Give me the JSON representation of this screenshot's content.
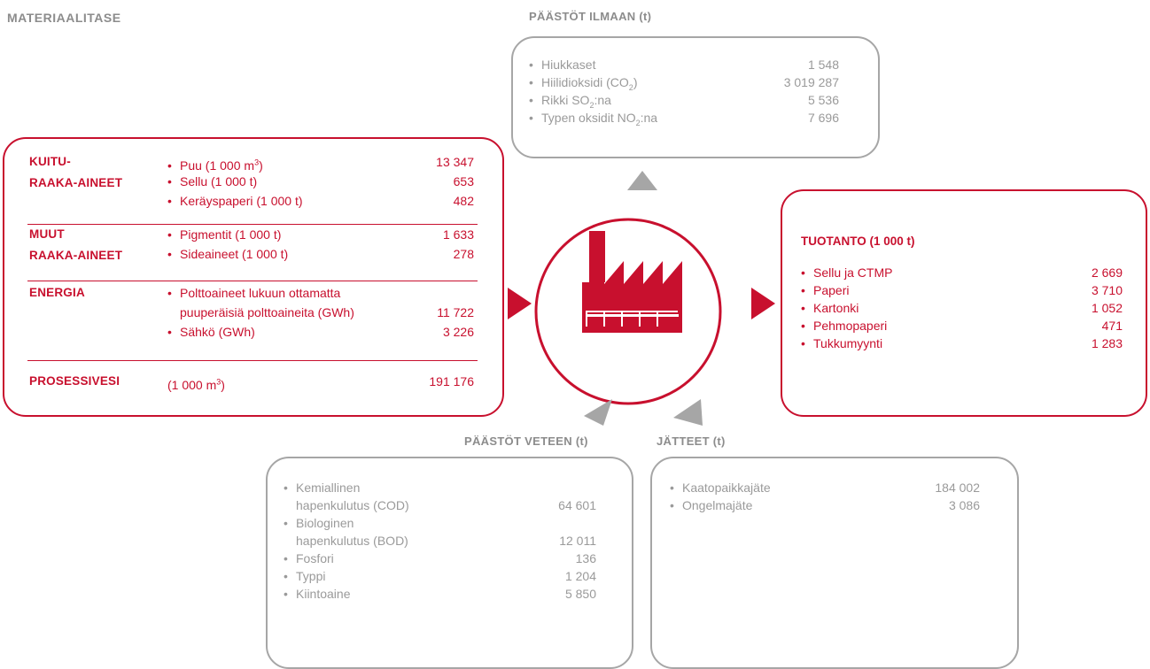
{
  "title": "MATERIAALITASE",
  "emissions_air": {
    "heading": "PÄÄSTÖT ILMAAN (t)",
    "items": [
      {
        "label": "Hiukkaset",
        "value": "1 548"
      },
      {
        "label": "Hiilidioksidi (CO",
        "sub": "2",
        "tail": ")",
        "value": "3 019 287"
      },
      {
        "label": "Rikki SO",
        "sub": "2",
        "tail": ":na",
        "value": "5 536"
      },
      {
        "label": "Typen oksidit NO",
        "sub": "2",
        "tail": ":na",
        "value": "7 696"
      }
    ]
  },
  "inputs": {
    "groups": [
      {
        "label_lines": [
          "KUITU-",
          "RAAKA-AINEET"
        ],
        "items": [
          {
            "label": "Puu (1 000 m",
            "sup": "3",
            "tail": ")",
            "value": "13 347"
          },
          {
            "label": "Sellu (1 000 t)",
            "value": "653"
          },
          {
            "label": "Keräyspaperi (1 000 t)",
            "value": "482"
          }
        ]
      },
      {
        "label_lines": [
          "MUUT",
          "RAAKA-AINEET"
        ],
        "items": [
          {
            "label": "Pigmentit (1 000 t)",
            "value": "1 633"
          },
          {
            "label": "Sideaineet (1 000 t)",
            "value": "278"
          }
        ]
      },
      {
        "label_lines": [
          "ENERGIA"
        ],
        "items": [
          {
            "label": "Polttoaineet lukuun ottamatta",
            "value": ""
          },
          {
            "label": "puuperäisiä polttoaineita (GWh)",
            "value": "11 722",
            "continuation": true
          },
          {
            "label": "Sähkö (GWh)",
            "value": "3 226"
          }
        ]
      },
      {
        "label_lines": [
          "PROSESSIVESI"
        ],
        "items": [
          {
            "label": "(1 000 m",
            "sup": "3",
            "tail": ")",
            "value": "191 176",
            "no_bullet": true
          }
        ]
      }
    ]
  },
  "production": {
    "heading": "TUOTANTO (1 000 t)",
    "items": [
      {
        "label": "Sellu ja CTMP",
        "value": "2 669"
      },
      {
        "label": "Paperi",
        "value": "3 710"
      },
      {
        "label": "Kartonki",
        "value": "1 052"
      },
      {
        "label": "Pehmopaperi",
        "value": "471"
      },
      {
        "label": "Tukkumyynti",
        "value": "1 283"
      }
    ]
  },
  "emissions_water": {
    "heading": "PÄÄSTÖT VETEEN (t)",
    "items": [
      {
        "label": "Kemiallinen",
        "value": ""
      },
      {
        "label": "hapenkulutus (COD)",
        "value": "64 601",
        "continuation": true
      },
      {
        "label": "Biologinen",
        "value": ""
      },
      {
        "label": "hapenkulutus (BOD)",
        "value": "12 011",
        "continuation": true
      },
      {
        "label": "Fosfori",
        "value": "136"
      },
      {
        "label": "Typpi",
        "value": "1 204"
      },
      {
        "label": "Kiintoaine",
        "value": "5 850"
      }
    ]
  },
  "waste": {
    "heading": "JÄTTEET (t)",
    "items": [
      {
        "label": "Kaatopaikkajäte",
        "value": "184 002"
      },
      {
        "label": "Ongelmajäte",
        "value": "3 086"
      }
    ]
  },
  "colors": {
    "accent": "#c8102e",
    "gray": "#a6a6a6",
    "text_gray": "#9a9a9a"
  },
  "icons": {
    "center": "factory-icon"
  }
}
